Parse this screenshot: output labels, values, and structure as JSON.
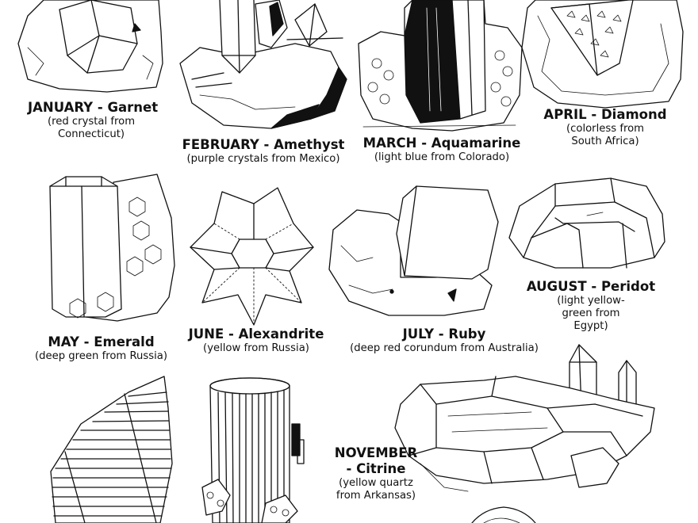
{
  "stones": [
    {
      "id": "january",
      "title": "JANUARY - Garnet",
      "desc": "(red crystal from Connecticut)"
    },
    {
      "id": "february",
      "title": "FEBRUARY - Amethyst",
      "desc": "(purple crystals from Mexico)"
    },
    {
      "id": "march",
      "title": "MARCH - Aquamarine",
      "desc": "(light blue from Colorado)"
    },
    {
      "id": "april",
      "title": "APRIL - Diamond",
      "desc": "(colorless from South Africa)"
    },
    {
      "id": "may",
      "title": "MAY - Emerald",
      "desc": "(deep green from Russia)"
    },
    {
      "id": "june",
      "title": "JUNE - Alexandrite",
      "desc": "(yellow from Russia)"
    },
    {
      "id": "july",
      "title": "JULY - Ruby",
      "desc": "(deep red corundum from Australia)"
    },
    {
      "id": "august",
      "title": "AUGUST - Peridot",
      "desc": "(light yellow-green from Egypt)"
    },
    {
      "id": "november",
      "title": "NOVEMBER - Citrine",
      "desc": "(yellow quartz from Arkansas)"
    }
  ],
  "colors": {
    "ink": "#111111",
    "paper": "#ffffff"
  }
}
